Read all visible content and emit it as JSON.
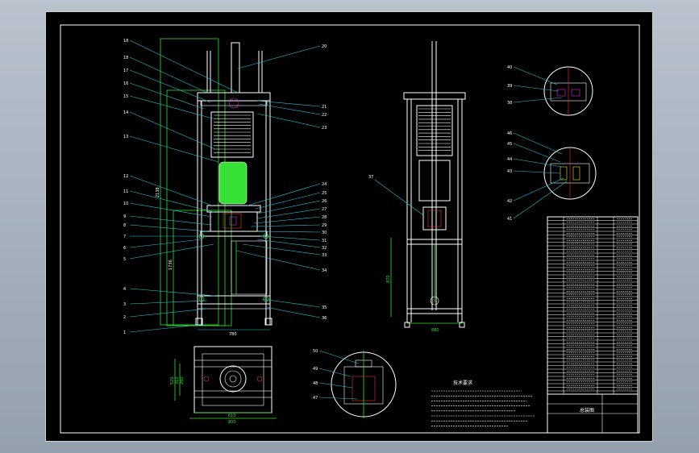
{
  "drawing": {
    "front_callouts_left": [
      "18",
      "18",
      "17",
      "16",
      "15",
      "14",
      "13",
      "12",
      "11",
      "10",
      "9",
      "8",
      "7",
      "6",
      "5",
      "4",
      "3",
      "2",
      "1"
    ],
    "front_callouts_right": [
      "20",
      "21",
      "22",
      "23",
      "24",
      "25",
      "26",
      "27",
      "28",
      "29",
      "30",
      "31",
      "32",
      "33",
      "34",
      "35",
      "36"
    ],
    "side_callout": "37",
    "detail_top_callouts": [
      "40",
      "39",
      "38"
    ],
    "detail_mid_callouts": [
      "46",
      "45",
      "44",
      "43",
      "42",
      "41"
    ],
    "detail_bottom_callouts": [
      "50",
      "49",
      "48",
      "47"
    ],
    "dims": {
      "front_width": "780",
      "front_height": "2138",
      "front_lower": "1736",
      "side_width": "880",
      "side_lower": "870",
      "plan_width_a": "610",
      "plan_width_b": "800",
      "plan_depth_a": "280",
      "plan_depth_b": "310",
      "plan_depth_c": "520"
    },
    "notes_title": "技术要求"
  },
  "title_block": {
    "drawing_name": "总装图"
  },
  "colors": {
    "background": "#000000",
    "frame": "#ffffff",
    "green": "#2ee02e",
    "cyan": "#22c6d8",
    "magenta": "#e22be2",
    "red": "#e23a2a"
  }
}
